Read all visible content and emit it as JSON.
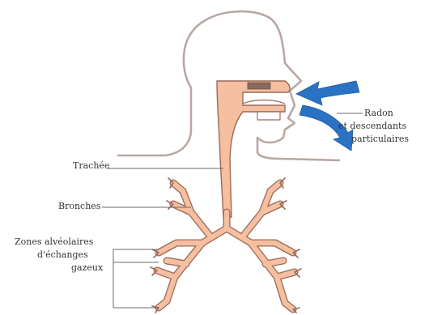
{
  "labels": {
    "trachea": "Trachée",
    "bronchi": "Bronches",
    "alveoli": [
      "Zones alvéolaires",
      "d'échanges",
      "gazeux"
    ],
    "radon": [
      "Radon",
      "et descendants",
      "particulaires"
    ]
  },
  "colors": {
    "outline": "#b8a8a2",
    "airway_fill": "#f5bfa0",
    "airway_stroke": "#9a6a5a",
    "arrow": "#2a73c4",
    "leader": "#6a6a6a",
    "text": "#333333"
  },
  "icons": [
    "inhale-arrow-icon",
    "exhale-arrow-icon"
  ]
}
